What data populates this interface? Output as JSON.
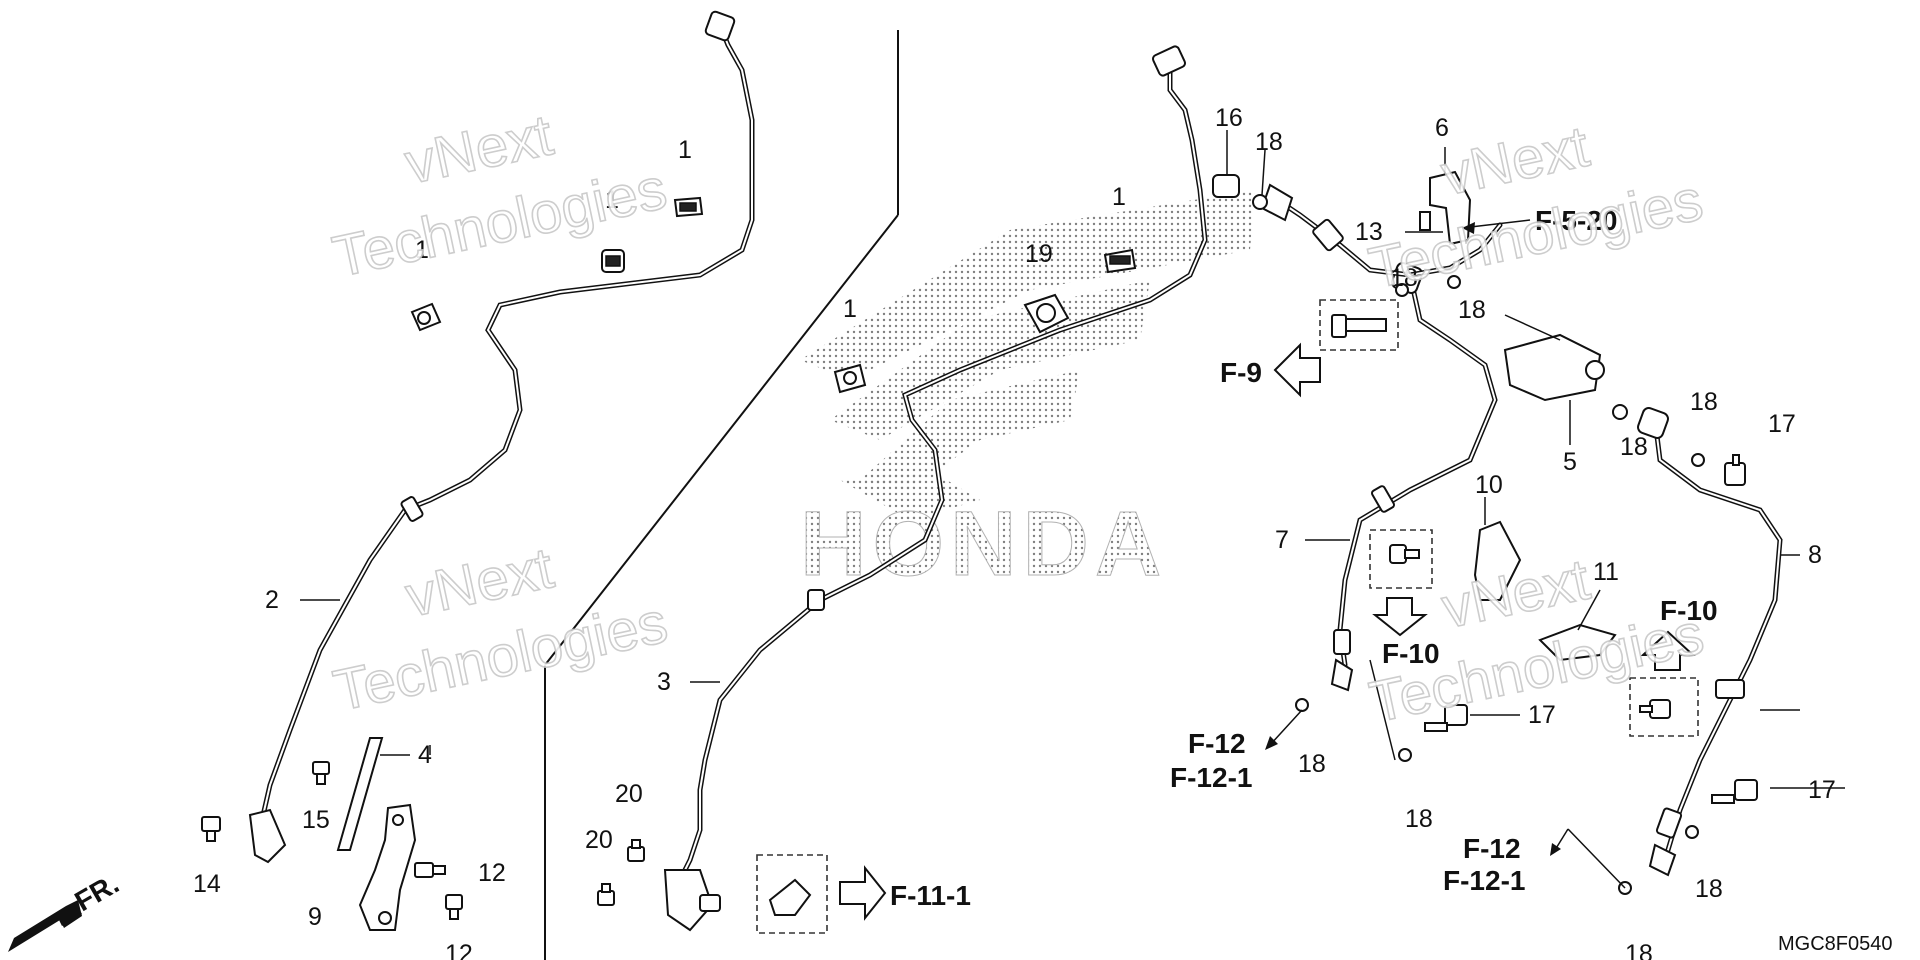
{
  "watermarks": [
    {
      "line1": "vNext",
      "line2": "Technologies"
    },
    {
      "line1": "vNext",
      "line2": "Technologies"
    },
    {
      "line1": "vNext",
      "line2": "Technologies"
    },
    {
      "line1": "vNext",
      "line2": "Technologies"
    }
  ],
  "background_logo": "HONDA",
  "callouts": {
    "p1a": "1",
    "p1b": "1",
    "p1c": "1",
    "p1d": "1",
    "p1e": "1",
    "p2": "2",
    "p3": "3",
    "p4": "4",
    "p5": "5",
    "p6": "6",
    "p7": "7",
    "p8": "8",
    "p9": "9",
    "p10": "10",
    "p11": "11",
    "p12a": "12",
    "p12b": "12",
    "p13": "13",
    "p14": "14",
    "p15": "15",
    "p16": "16",
    "p17a": "17",
    "p17b": "17",
    "p17c": "17",
    "p18a": "18",
    "p18b": "18",
    "p18c": "18",
    "p18d": "18",
    "p18e": "18",
    "p18f": "18",
    "p18g": "18",
    "p18h": "18",
    "p18i": "18",
    "p19": "19",
    "p20a": "20",
    "p20b": "20"
  },
  "references": {
    "f9": "F-9",
    "f520": "F-5-20",
    "f10a": "F-10",
    "f10b": "F-10",
    "f12a": "F-12",
    "f121a": "F-12-1",
    "f12b": "F-12",
    "f121b": "F-12-1",
    "f111": "F-11-1"
  },
  "front_marker": "FR.",
  "diagram_code": "MGC8F0540"
}
